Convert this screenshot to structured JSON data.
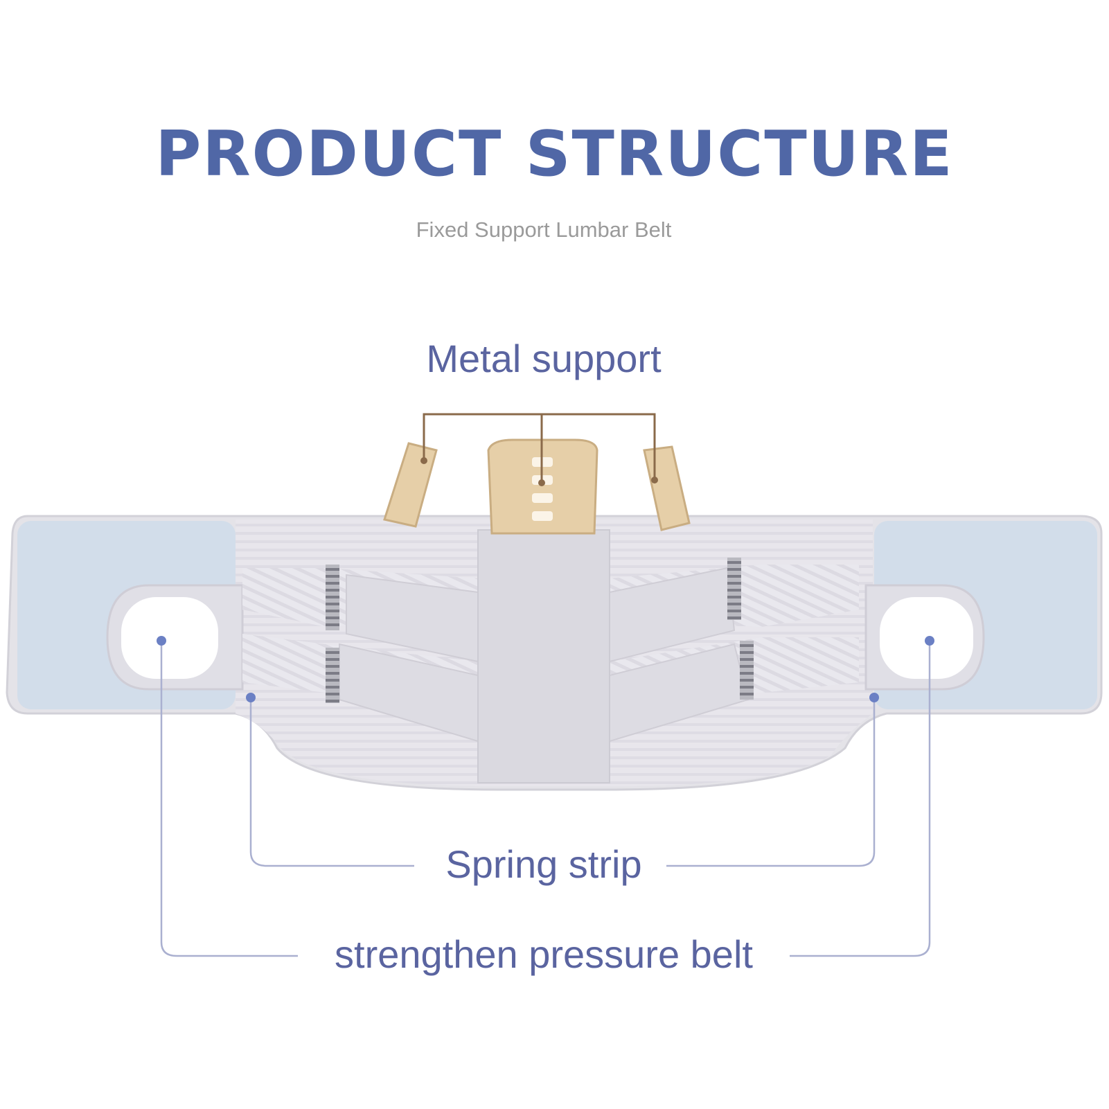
{
  "heading": {
    "title": "PRODUCT STRUCTURE",
    "subtitle": "Fixed Support Lumbar Belt"
  },
  "callouts": {
    "metal_support": "Metal support",
    "spring_strip": "Spring strip",
    "pressure_belt": "strengthen pressure belt"
  },
  "colors": {
    "title": "#5067a6",
    "subtitle": "#9a9a9a",
    "label": "#5a64a0",
    "leader_line": "#aab0d0",
    "leader_dot": "#6b80c4",
    "metal_leader": "#8a6a4a",
    "belt_body": "#e4e3e8",
    "belt_panel": "#cfdbea",
    "metal_plate": "#e6cfa8"
  }
}
